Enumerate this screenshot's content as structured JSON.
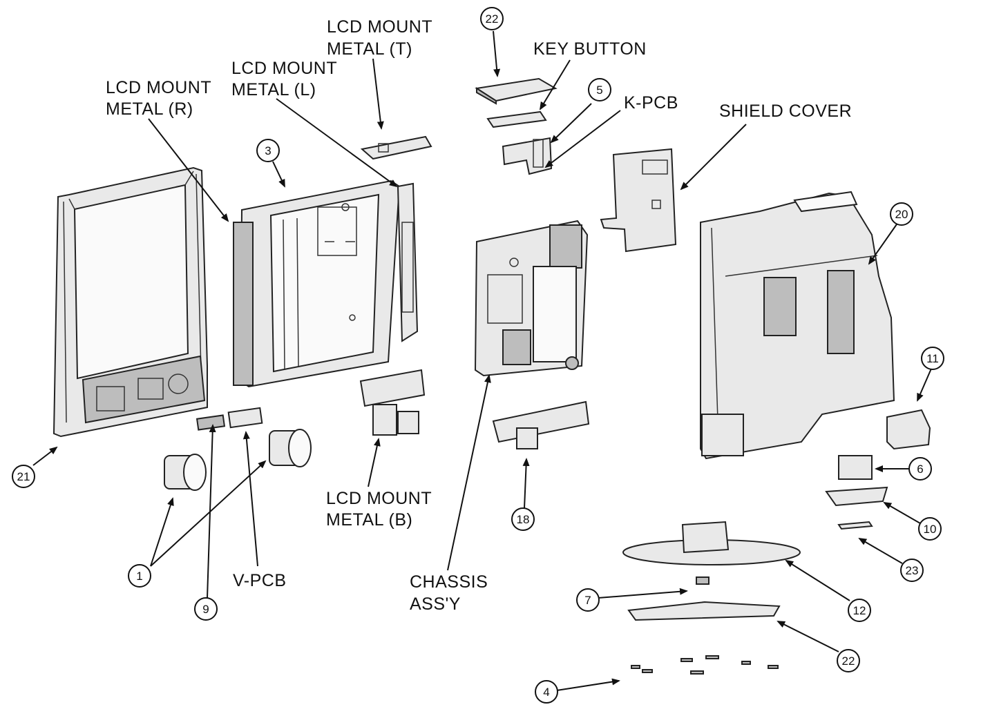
{
  "labels": {
    "lcd_mount_metal_t_1": "LCD MOUNT",
    "lcd_mount_metal_t_2": "METAL (T)",
    "lcd_mount_metal_l_1": "LCD MOUNT",
    "lcd_mount_metal_l_2": "METAL (L)",
    "lcd_mount_metal_r_1": "LCD MOUNT",
    "lcd_mount_metal_r_2": "METAL (R)",
    "lcd_mount_metal_b_1": "LCD MOUNT",
    "lcd_mount_metal_b_2": "METAL (B)",
    "key_button": "KEY BUTTON",
    "k_pcb": "K-PCB",
    "shield_cover": "SHIELD COVER",
    "v_pcb": "V-PCB",
    "chassis_assy_1": "CHASSIS",
    "chassis_assy_2": "ASS'Y"
  },
  "callouts": {
    "c22_top": "22",
    "c5": "5",
    "c3": "3",
    "c20": "20",
    "c11": "11",
    "c21": "21",
    "c6": "6",
    "c10": "10",
    "c18": "18",
    "c1": "1",
    "c9": "9",
    "c23": "23",
    "c7": "7",
    "c12": "12",
    "c22_bottom": "22",
    "c4": "4"
  }
}
